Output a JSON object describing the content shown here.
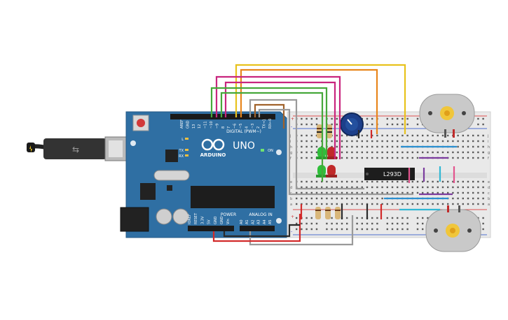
{
  "board": {
    "brand": "UNO",
    "maker": "ARDUINO",
    "digital_label": "DIGITAL (PWM~)",
    "power_label": "POWER",
    "analog_label": "ANALOG IN",
    "on_label": "ON",
    "led_labels": [
      "L",
      "TX",
      "RX"
    ],
    "digital_pins": [
      "AREF",
      "GND",
      "13",
      "12",
      "~11",
      "~10",
      "~9",
      "8",
      "7",
      "~6",
      "~5",
      "4",
      "~3",
      "2",
      "TX→1",
      "RX←0"
    ],
    "power_pins": [
      "IOREF",
      "RESET",
      "3.3V",
      "5V",
      "GND",
      "GND",
      "Vin"
    ],
    "analog_pins": [
      "A0",
      "A1",
      "A2",
      "A3",
      "A4",
      "A5"
    ]
  },
  "breadboard": {
    "row_letters_top": [
      "j",
      "i",
      "h",
      "g",
      "f"
    ],
    "row_letters_bottom": [
      "e",
      "d",
      "c",
      "b",
      "a"
    ],
    "rail_signs": [
      "+",
      "-"
    ]
  },
  "driver_chip": {
    "label": "L293D"
  },
  "components": {
    "leds": [
      "green",
      "red",
      "green",
      "red"
    ],
    "motors": 2,
    "potentiometer": 1,
    "resistors": 5
  },
  "colors": {
    "board": "#2f6fa3",
    "breadboard": "#e9e9e9",
    "wire_yellow": "#e8c21c",
    "wire_orange": "#e8861c",
    "wire_magenta": "#c8257e",
    "wire_green": "#46a83a",
    "wire_brown": "#a0622b",
    "wire_gray": "#9a9a9a",
    "wire_red": "#d22a2a",
    "wire_black": "#2a2a2a",
    "wire_blue": "#2b8fd0",
    "wire_purple": "#7b3c9e",
    "wire_cyan": "#31b8d4",
    "wire_pink": "#e3548d"
  }
}
